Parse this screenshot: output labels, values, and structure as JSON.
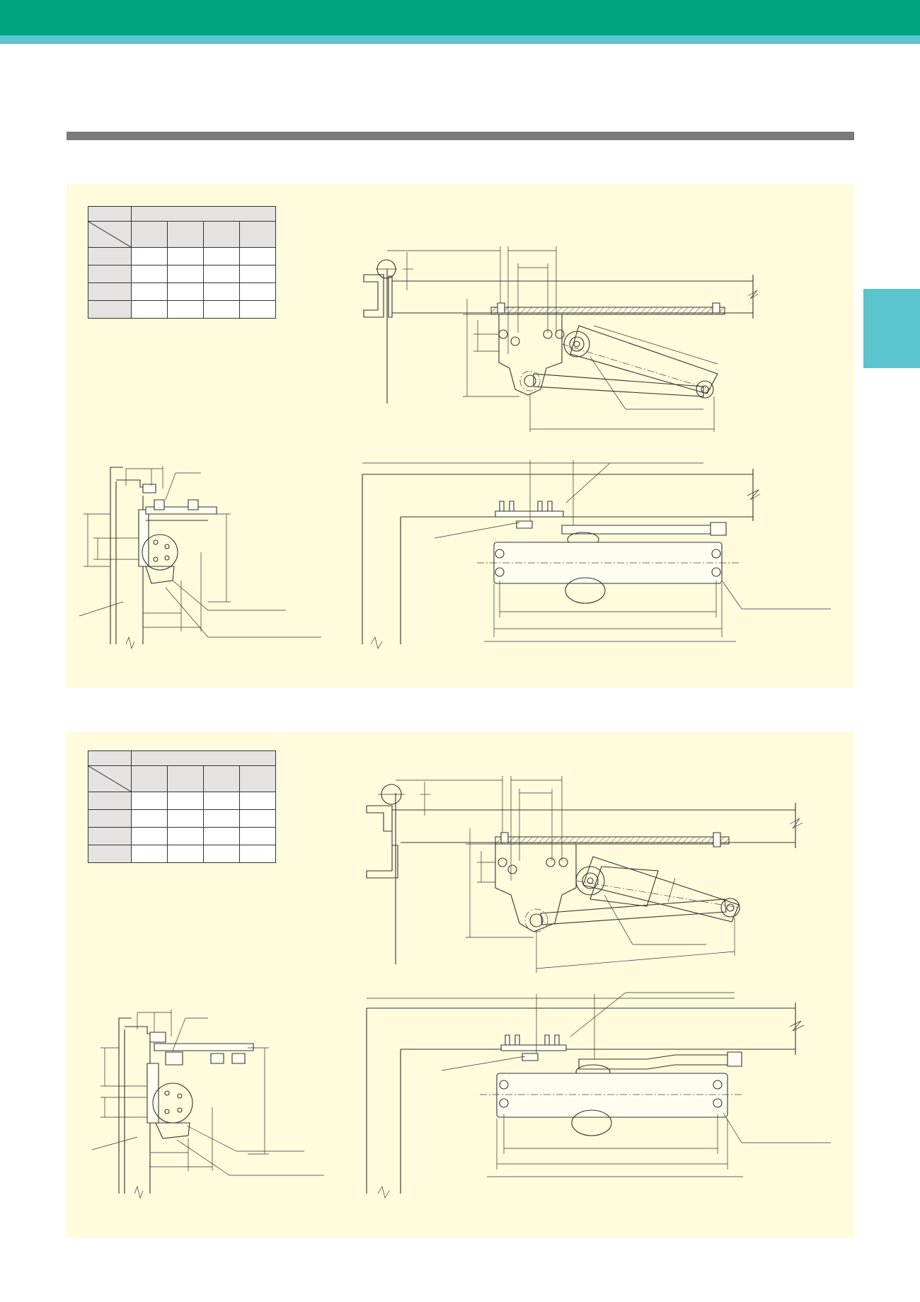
{
  "colors": {
    "header_green": "#00a37d",
    "header_cyan": "#5bc4cf",
    "rule_gray": "#7a7a7a",
    "panel_cream": "#fffbdc",
    "tab_cyan": "#5bc4cf",
    "table_header": "#e6e2e2"
  },
  "panels": [
    {
      "table": {
        "rows": 6,
        "columns": 5
      }
    },
    {
      "table": {
        "rows": 6,
        "columns": 5
      }
    }
  ]
}
